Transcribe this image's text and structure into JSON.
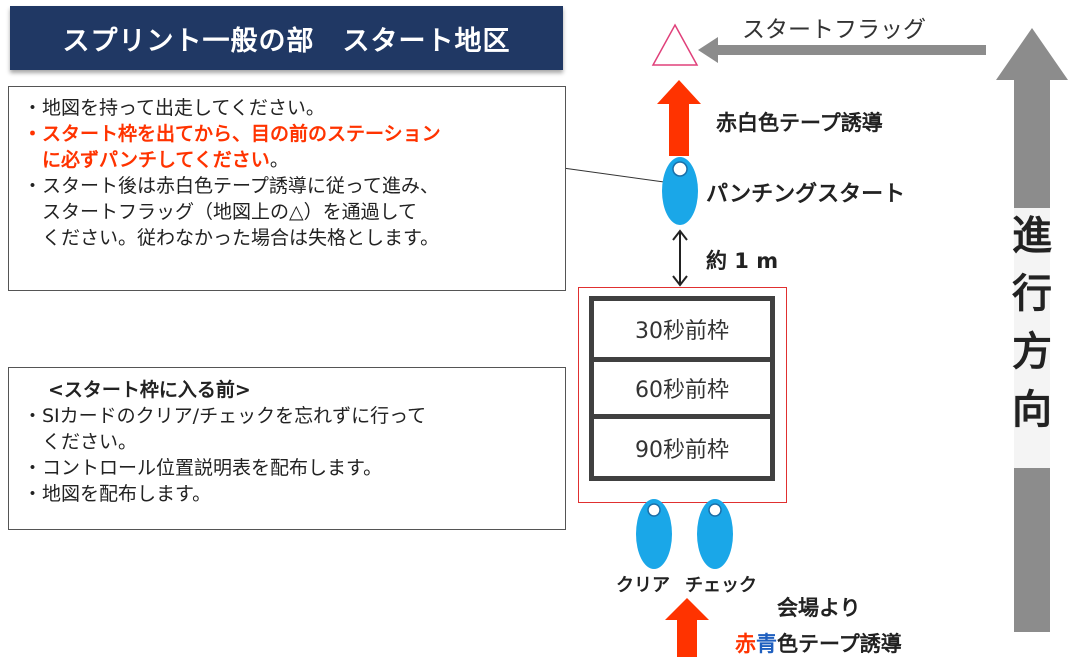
{
  "title": "スプリント一般の部　スタート地区",
  "instructions": {
    "line1": "・地図を持って出走してください。",
    "line2_red": "・スタート枠を出てから、目の前のステーション",
    "line3_red": "に必ずパンチしてください",
    "line3_tail": "。",
    "line4": "・スタート後は赤白色テープ誘導に従って進み、",
    "line5": "スタートフラッグ（地図上の△）を通過して",
    "line6": "ください。従わなかった場合は失格とします。"
  },
  "pre_start": {
    "heading": "<スタート枠に入る前>",
    "line1": "・SIカードのクリア/チェックを忘れずに行って",
    "line2": "ください。",
    "line3": "・コントロール位置説明表を配布します。",
    "line4": "・地図を配布します。"
  },
  "labels": {
    "start_flag": "スタートフラッグ",
    "red_white_tape": "赤白色テープ誘導",
    "punching_start": "パンチングスタート",
    "distance": "約 1 m",
    "clear": "クリア",
    "check": "チェック",
    "from_venue": "会場より",
    "tape_red": "赤",
    "tape_blue": "青",
    "tape_rest": "色テープ誘導"
  },
  "frames": [
    "30秒前枠",
    "60秒前枠",
    "90秒前枠"
  ],
  "direction": [
    "進",
    "行",
    "方",
    "向"
  ],
  "colors": {
    "banner": "#203864",
    "red_arrow": "#ff3300",
    "station": "#1aa7e8",
    "gray_arrow": "#8c8c8c"
  }
}
